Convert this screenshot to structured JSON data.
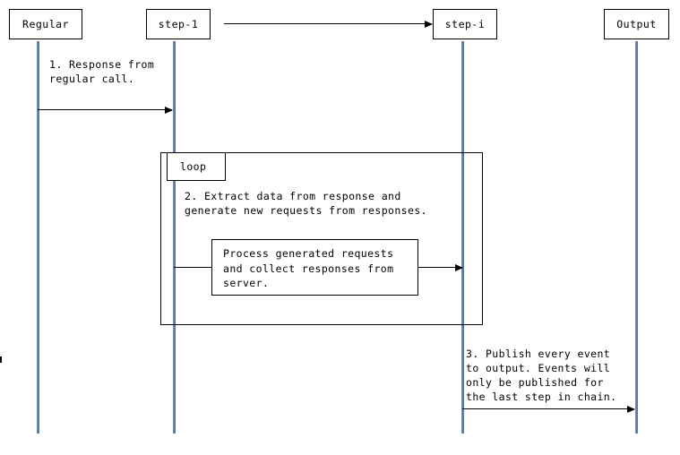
{
  "diagram": {
    "type": "sequence-diagram",
    "participants": [
      {
        "id": "regular",
        "label": "Regular"
      },
      {
        "id": "step-1",
        "label": "step-1"
      },
      {
        "id": "step-i",
        "label": "step-i"
      },
      {
        "id": "output",
        "label": "Output"
      }
    ],
    "messages": [
      {
        "id": "msg-1",
        "from": "regular",
        "to": "step-1",
        "label": "1. Response from\nregular call."
      },
      {
        "id": "msg-2",
        "from": "step-1",
        "to": "step-i",
        "label": "2. Extract data from response and\ngenerate new requests from responses."
      },
      {
        "id": "msg-3",
        "from": "step-i",
        "to": "output",
        "label": "3. Publish every event\nto output. Events will\nonly be published for\nthe last step in chain."
      }
    ],
    "fragments": [
      {
        "id": "loop-fragment",
        "operator": "loop"
      }
    ],
    "notes": [
      {
        "id": "process-note",
        "text": "Process generated requests\nand collect responses from\nserver."
      }
    ],
    "chain_arrow": {
      "id": "chain-continuation-arrow",
      "from": "step-1",
      "to": "step-i",
      "label": ""
    }
  },
  "style": {
    "line_color": "#000000",
    "lifeline_left_color": "#c8860d",
    "lifeline_right_color": "#4a7fb5",
    "background": "#ffffff"
  }
}
